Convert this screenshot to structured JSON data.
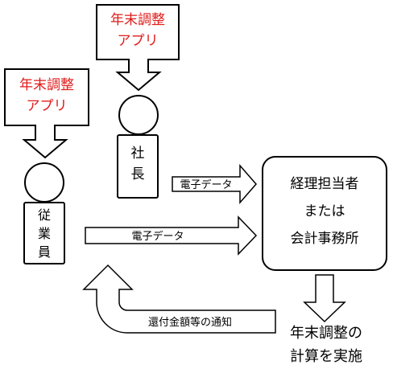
{
  "callouts": {
    "president_app": [
      "年末調整",
      "アプリ"
    ],
    "employee_app": [
      "年末調整",
      "アプリ"
    ]
  },
  "persons": {
    "president": [
      "社",
      "長"
    ],
    "employee": [
      "従",
      "業",
      "員"
    ]
  },
  "arrows": {
    "president_to_accountant": "電子データ",
    "employee_to_accountant": "電子データ",
    "return_notice": "還付金額等の通知"
  },
  "accountant_box": [
    "経理担当者",
    "または",
    "会計事務所"
  ],
  "result_text": [
    "年末調整の",
    "計算を実施"
  ],
  "colors": {
    "callout_text": "#e01b1b",
    "stroke": "#000000",
    "background": "#ffffff"
  }
}
